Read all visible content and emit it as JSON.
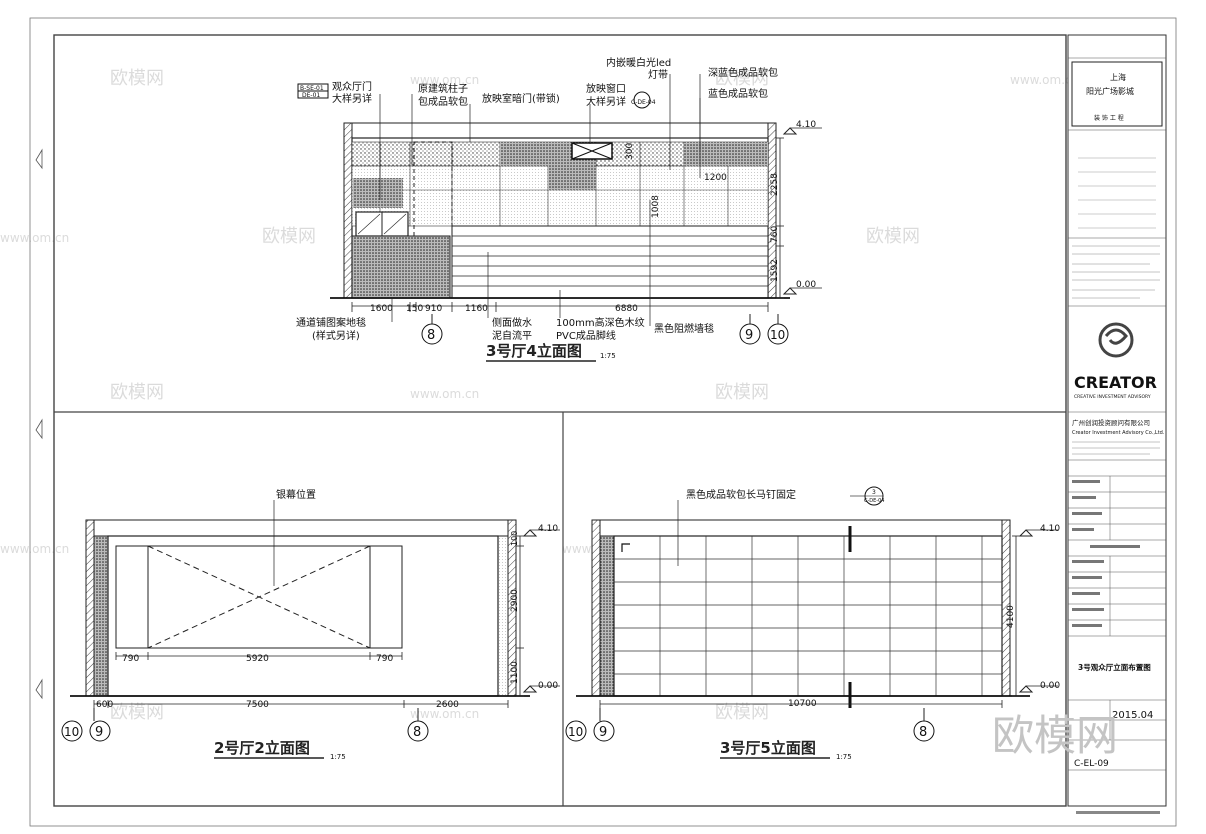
{
  "watermark": {
    "brand": "欧模网",
    "url": "www.om.cn"
  },
  "top": {
    "title": "3号厅4立面图",
    "scale": "1:75",
    "tag_top": "B-SE-01",
    "tag_bottom": "DE-01",
    "notes": {
      "n1a": "观众厅门",
      "n1b": "大样另详",
      "n2a": "原建筑柱子",
      "n2b": "包成品软包",
      "n3": "放映室暗门(带锁)",
      "n4a": "放映窗口",
      "n4b": "大样另详",
      "n5a": "内嵌暖白光led",
      "n5b": "灯带",
      "n6": "深蓝色成品软包",
      "n7": "蓝色成品软包",
      "b1a": "通道铺图案地毯",
      "b1b": "(样式另详)",
      "b2a": "侧面做水",
      "b2b": "泥自流平",
      "b3a": "100mm高深色木纹",
      "b3b": "PVC成品脚线",
      "b4": "黑色阻燃墙毯"
    },
    "callout": "C-DE-04",
    "dims": {
      "d1": "1600",
      "d2": "150",
      "d3": "910",
      "d4": "1160",
      "d5": "6880"
    },
    "vdims": {
      "v1": "2258",
      "v2": "760",
      "v3": "1592",
      "v4": "1008",
      "v5": "1200",
      "v6": "300"
    },
    "levels": {
      "l1": "4.10",
      "l2": "0.00"
    },
    "axes": {
      "a1": "8",
      "a2": "9",
      "a3": "10"
    }
  },
  "left": {
    "title": "2号厅2立面图",
    "scale": "1:75",
    "note": "银幕位置",
    "dims": {
      "d1": "790",
      "d2": "5920",
      "d3": "790",
      "d4": "600",
      "d5": "7500",
      "d6": "2600"
    },
    "vdims": {
      "v1": "100",
      "v2": "2900",
      "v3": "1100"
    },
    "levels": {
      "l1": "4.10",
      "l2": "0.00"
    },
    "axes": {
      "a1": "10",
      "a2": "9",
      "a3": "8"
    }
  },
  "right": {
    "title": "3号厅5立面图",
    "scale": "1:75",
    "note": "黑色成品软包长马钉固定",
    "callout_top": "3",
    "callout": "C-DE-04",
    "dims": {
      "d1": "10700"
    },
    "vdims": {
      "v1": "4100"
    },
    "levels": {
      "l1": "4.10",
      "l2": "0.00"
    },
    "axes": {
      "a1": "10",
      "a2": "9",
      "a3": "8"
    }
  },
  "sidebar": {
    "project_line1": "上海",
    "project_line2": "阳光广场影城",
    "project_line3": "装 饰 工 程",
    "logo": "CREATOR",
    "logo_sub": "CREATIVE INVESTMENT ADVISORY",
    "company_cn": "广州创润投资顾问有限公司",
    "company_en": "Creator Investment Advisory Co.,Ltd.",
    "drawing_name": "3号观众厅立面布置图",
    "date": "2015.04",
    "drawing_no": "C-EL-09"
  }
}
